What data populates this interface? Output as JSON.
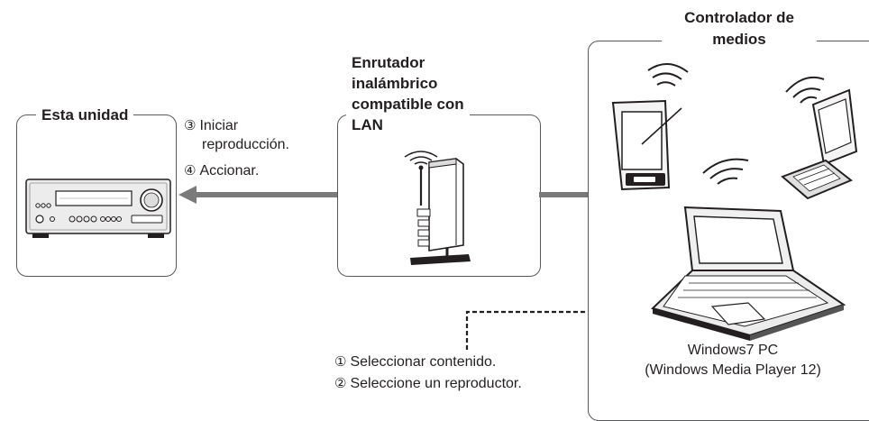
{
  "unit": {
    "title": "Esta unidad"
  },
  "router": {
    "title_lines": [
      "Enrutador",
      "inalámbrico",
      "compatible con",
      "LAN"
    ]
  },
  "controller": {
    "title_lines": [
      "Controlador de",
      "medios"
    ]
  },
  "steps_top": [
    {
      "num": "③",
      "lines": [
        "Iniciar",
        "reproducción."
      ]
    },
    {
      "num": "④",
      "lines": [
        "Accionar."
      ]
    }
  ],
  "steps_bottom": [
    {
      "num": "①",
      "text": "Seleccionar contenido."
    },
    {
      "num": "②",
      "text": "Seleccione un reproductor."
    }
  ],
  "pc_caption": [
    "Windows7 PC",
    "(Windows Media Player 12)"
  ]
}
